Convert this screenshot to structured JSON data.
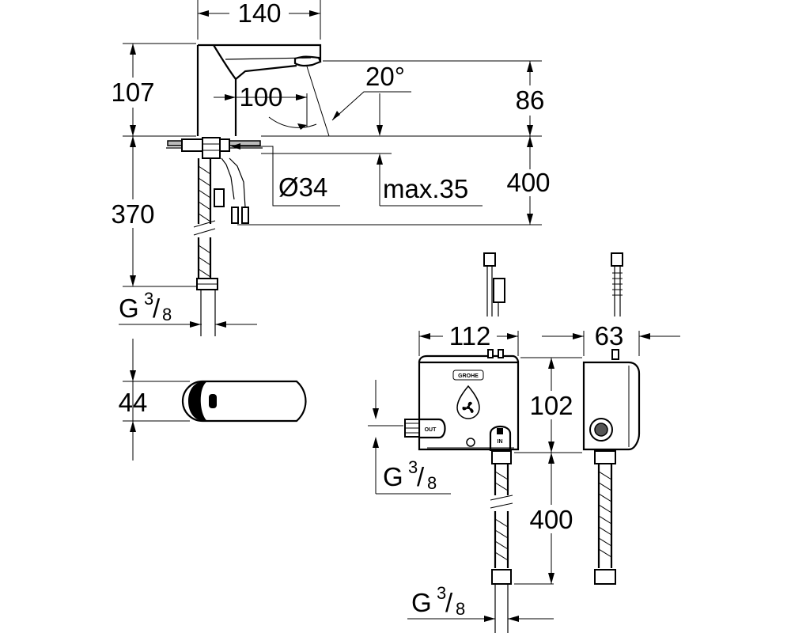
{
  "dimensions": {
    "spout_width": "140",
    "spout_height": "107",
    "spout_projection": "100",
    "sensor_angle": "20°",
    "outlet_height": "86",
    "hole_diameter": "Ø34",
    "max_deck_thickness": "max.35",
    "hose_length_top": "400",
    "supply_length": "370",
    "spout_depth": "44",
    "box_width": "112",
    "box_depth": "63",
    "box_height": "102",
    "hose_length_box": "400"
  },
  "thread": {
    "prefix": "G",
    "numerator": "3",
    "slash": "/",
    "denominator": "8"
  },
  "labels": {
    "out_port": "OUT",
    "in_port": "IN",
    "brand": "GROHE"
  },
  "icons": [
    "water-drop-icon",
    "fan-icon"
  ],
  "colors": {
    "line": "#000000",
    "fill": "#d4d4d4",
    "background": "#ffffff"
  }
}
